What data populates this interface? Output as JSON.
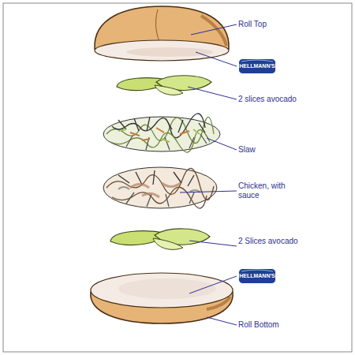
{
  "diagram": {
    "nodes": [
      {
        "text": [
          "HELLMANN'S"
        ]
      },
      {
        "text": [
          "HELLMANN'S"
        ]
      }
    ],
    "labels": [
      "Roll Top",
      "2 slices avocado",
      "Slaw",
      "Chicken, with sauce",
      "2 Slices avocado",
      "Roll Bottom"
    ]
  }
}
